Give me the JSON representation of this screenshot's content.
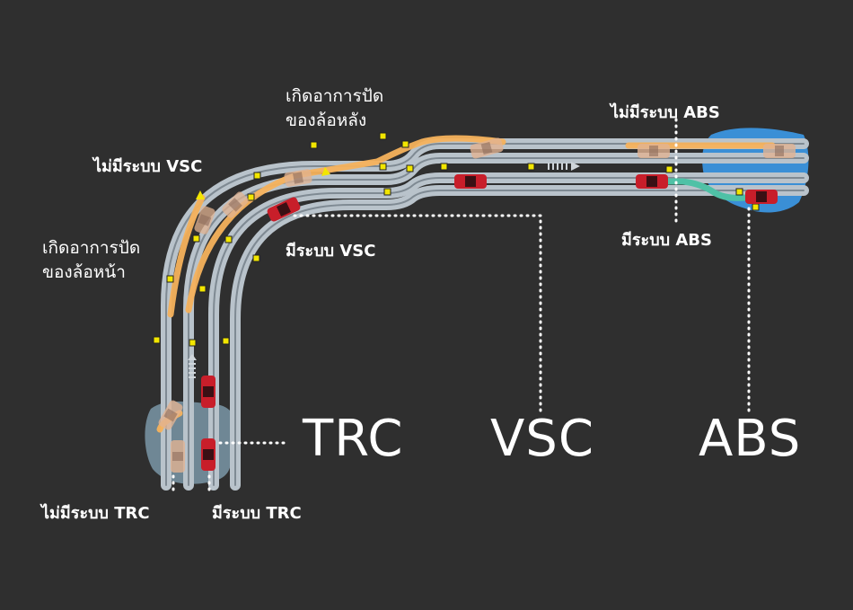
{
  "labels": {
    "no_vsc": "ไม่มีระบบ VSC",
    "front_skid": [
      "เกิดอาการปัด",
      "ของล้อหน้า"
    ],
    "rear_skid": [
      "เกิดอาการปัด",
      "ของล้อหลัง"
    ],
    "with_vsc": "มีระบบ VSC",
    "no_abs": "ไม่มีระบบ ABS",
    "with_abs": "มีระบบ ABS",
    "no_trc": "ไม่มีระบบ TRC",
    "with_trc": "มีระบบ TRC"
  },
  "systems": {
    "trc": "TRC",
    "vsc": "VSC",
    "abs": "ABS"
  },
  "colors": {
    "background": "#2f2f2f",
    "road": "#b9c3cb",
    "path_uncontrolled": "#f6b25c",
    "path_abs": "#4fc1a6",
    "water_abs": "#3a8fd6",
    "water_trc": "#6f8795",
    "car_red": "#c81e2a",
    "marker": "#f2e600",
    "text": "#ffffff"
  }
}
